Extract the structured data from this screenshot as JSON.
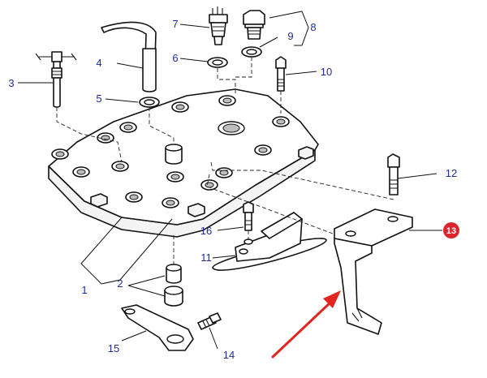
{
  "callouts": {
    "c1": "1",
    "c2": "2",
    "c3": "3",
    "c4": "4",
    "c5": "5",
    "c6": "6",
    "c7": "7",
    "c8": "8",
    "c9": "9",
    "c10": "10",
    "c11": "11",
    "c12": "12",
    "c13": "13",
    "c14": "14",
    "c15": "15",
    "c16": "16"
  },
  "colors": {
    "callout_text": "#1f2d9c",
    "highlight_badge": "#d9262c",
    "pointer_arrow": "#e0261f"
  },
  "highlighted_part": "13"
}
